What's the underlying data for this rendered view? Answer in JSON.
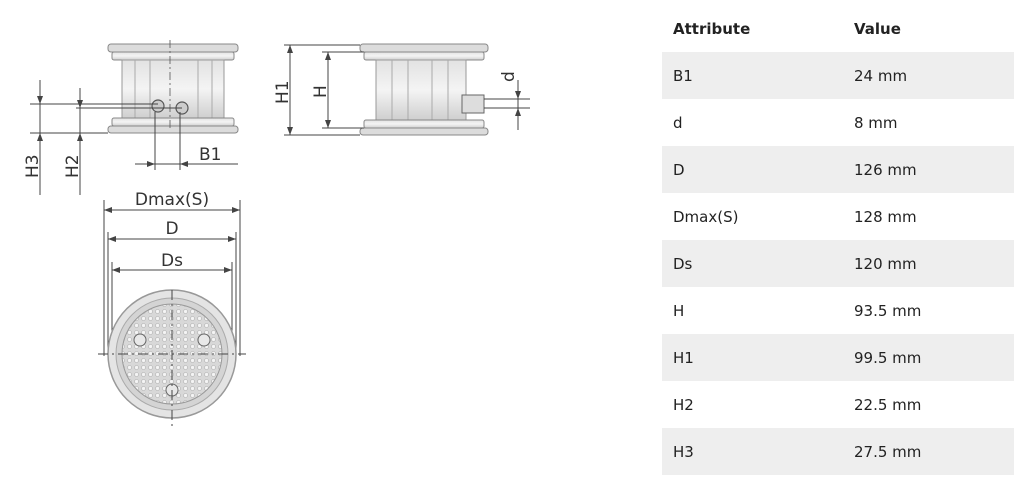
{
  "table": {
    "headers": {
      "attribute": "Attribute",
      "value": "Value"
    },
    "rows": [
      {
        "attribute": "B1",
        "value": "24 mm"
      },
      {
        "attribute": "d",
        "value": "8 mm"
      },
      {
        "attribute": "D",
        "value": "126 mm"
      },
      {
        "attribute": "Dmax(S)",
        "value": "128 mm"
      },
      {
        "attribute": "Ds",
        "value": "120 mm"
      },
      {
        "attribute": "H",
        "value": "93.5 mm"
      },
      {
        "attribute": "H1",
        "value": "99.5 mm"
      },
      {
        "attribute": "H2",
        "value": "22.5 mm"
      },
      {
        "attribute": "H3",
        "value": "27.5 mm"
      }
    ]
  },
  "drawing": {
    "labels": {
      "h3": "H3",
      "h2": "H2",
      "b1": "B1",
      "h1": "H1",
      "h": "H",
      "d_small": "d",
      "dmax": "Dmax(S)",
      "d_big": "D",
      "ds": "Ds"
    }
  }
}
